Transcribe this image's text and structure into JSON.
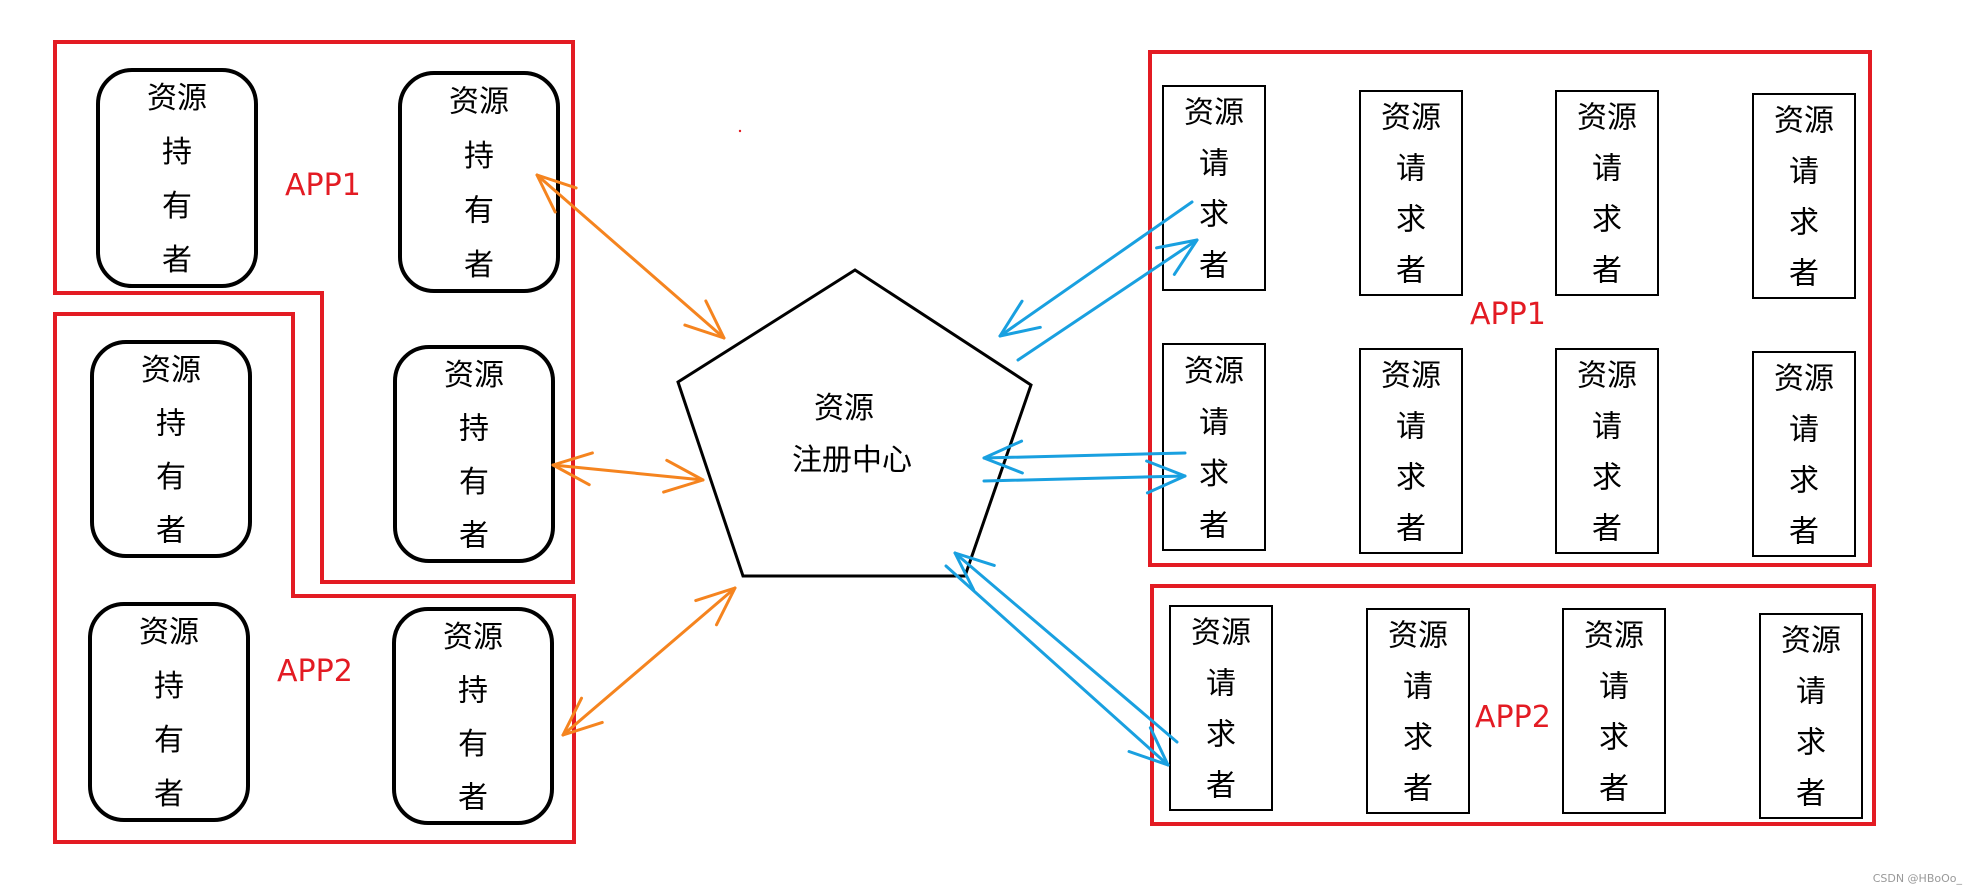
{
  "colors": {
    "group_border": "#e31b23",
    "node_border": "#000000",
    "holder_arrow": "#f5841f",
    "requester_arrow": "#19a0e0",
    "label": "#e31b23"
  },
  "center": {
    "lines": [
      "资源",
      "注册中心"
    ]
  },
  "holder_label": [
    "资源",
    "持",
    "有",
    "者"
  ],
  "requester_label": [
    "资源",
    "请",
    "求",
    "者"
  ],
  "groups": {
    "left_app1": "APP1",
    "left_app2": "APP2",
    "right_app1": "APP1",
    "right_app2": "APP2"
  },
  "watermark": "CSDN @HBoOo_"
}
